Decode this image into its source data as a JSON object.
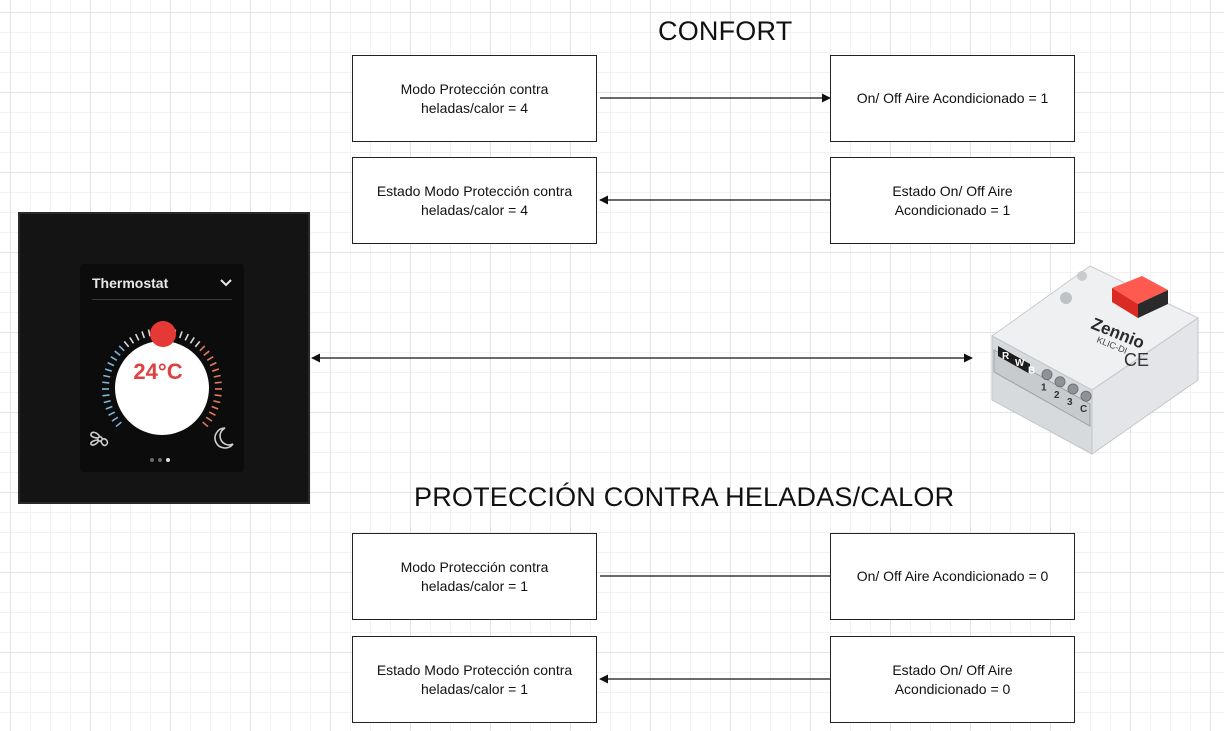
{
  "sections": {
    "confort": "CONFORT",
    "proteccion": "PROTECCIÓN CONTRA HELADAS/CALOR"
  },
  "boxes": {
    "c_modo": "Modo Protección contra\nheladas/calor = 4",
    "c_onoff": "On/ Off Aire Acondicionado = 1",
    "c_estado_modo": "Estado Modo Protección contra\nheladas/calor = 4",
    "c_estado_onoff": "Estado On/ Off Aire\nAcondicionado = 1",
    "p_modo": "Modo Protección contra\nheladas/calor = 1",
    "p_onoff": "On/ Off Aire Acondicionado = 0",
    "p_estado_modo": "Estado Modo Protección contra\nheladas/calor = 1",
    "p_estado_onoff": "Estado On/ Off Aire\nAcondicionado = 0"
  },
  "thermostat": {
    "title": "Thermostat",
    "temperature": "24°C",
    "page_count": 3,
    "active_page": 3
  },
  "device": {
    "brand": "Zennio",
    "model": "KLIC-DI",
    "terminals": [
      "R",
      "W",
      "B",
      "1",
      "2",
      "3",
      "C"
    ]
  },
  "colors": {
    "temperature": "#e04040",
    "knob": "#e53935",
    "cool_ticks": "#7fb4d8",
    "heat_ticks": "#e07a60",
    "device_accent": "#e52b2b"
  }
}
